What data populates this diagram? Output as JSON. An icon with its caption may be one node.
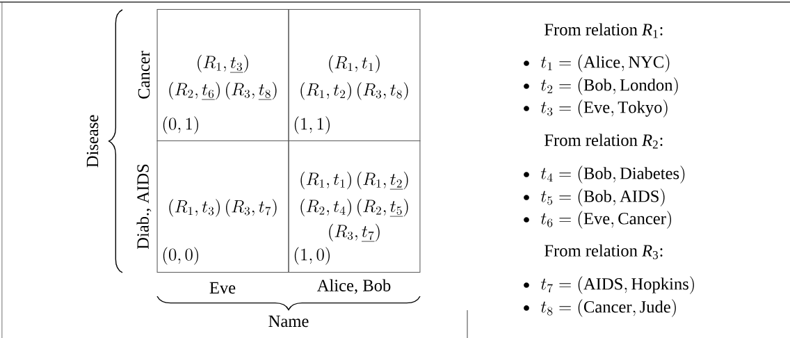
{
  "diagram": {
    "nodes": [
      {
        "text": [
          "(R_1,\\underline{t_3})",
          "(R_2,\\underline{t_6})",
          "(R_3,\\underline{t_8})",
          "(0,1)"
        ]
      },
      {
        "text": [
          "(R_1,t_1)",
          "(R_1,t_2)",
          "(R_3,t_8)",
          "(1,1)"
        ]
      },
      {
        "text": [
          "(R_1,t_3)",
          "(R_3,t_7)",
          "(0,0)"
        ]
      },
      {
        "text": [
          "(R_1,t_1)",
          "(R_1,\\underline{t_2})",
          "(R_2,t_4)",
          "(R_2,\\underline{t_5})",
          "(R_3,\\underline{t_7})",
          "(1,0)"
        ]
      }
    ],
    "labels": [
      "Cancer",
      "Diab., AIDS",
      "Disease",
      "Eve",
      "Alice, Bob",
      "Name",
      "From relation *R*$_{1}$:",
      "t_1 = (\\mathrm{Alice}, \\mathrm{NYC})",
      "t_2 = (\\mathrm{Bob}, \\mathrm{London})",
      "t_3 = (\\mathrm{Eve}, \\mathrm{Tokyo})",
      "From relation *R*$_{2}$:",
      "t_4 = (\\mathrm{Bob}, \\mathrm{Diabetes})",
      "t_5 = (\\mathrm{Bob}, \\mathrm{AIDS})",
      "t_6 = (\\mathrm{Eve}, \\mathrm{Cancer})",
      "From relation *R*$_{3}$:",
      "t_7 = (\\mathrm{AIDS}, \\mathrm{Hopkins})",
      "t_8 = (\\mathrm{Cancer}, \\mathrm{Jude})"
    ]
  }
}
